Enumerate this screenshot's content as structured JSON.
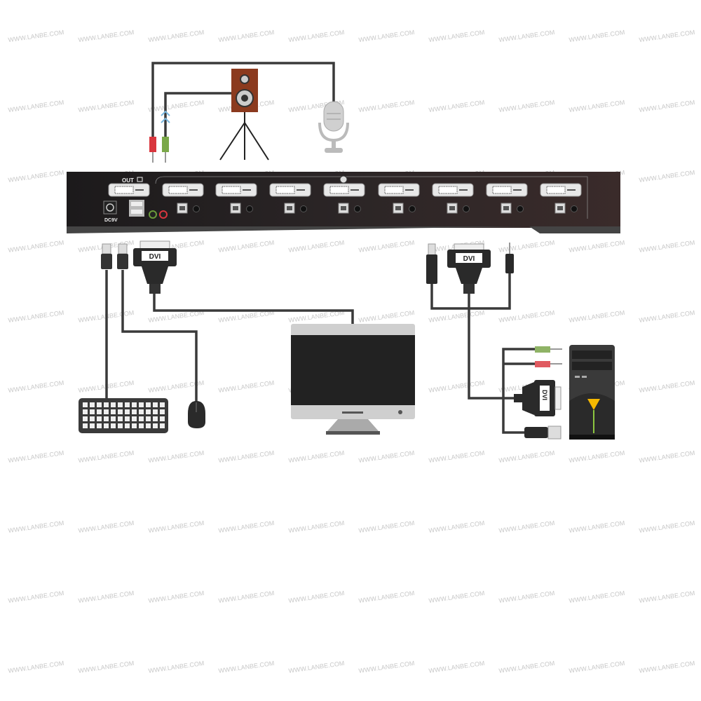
{
  "watermark": "WWW.LANBE.COM",
  "kvm": {
    "out_label": "OUT",
    "power_label": "DC9V",
    "input_count": 8
  },
  "connectors": {
    "dvi_label_left": "DVI",
    "dvi_label_right": "DVI",
    "dvi_label_pc": "DVI"
  },
  "colors": {
    "panel": "#231f20",
    "mic_jack": "#d9363e",
    "audio_jack": "#6a9a3a",
    "speaker": "#8b3a1e",
    "pc_led": "#f5b800",
    "pc_strip": "#8cc63f"
  }
}
